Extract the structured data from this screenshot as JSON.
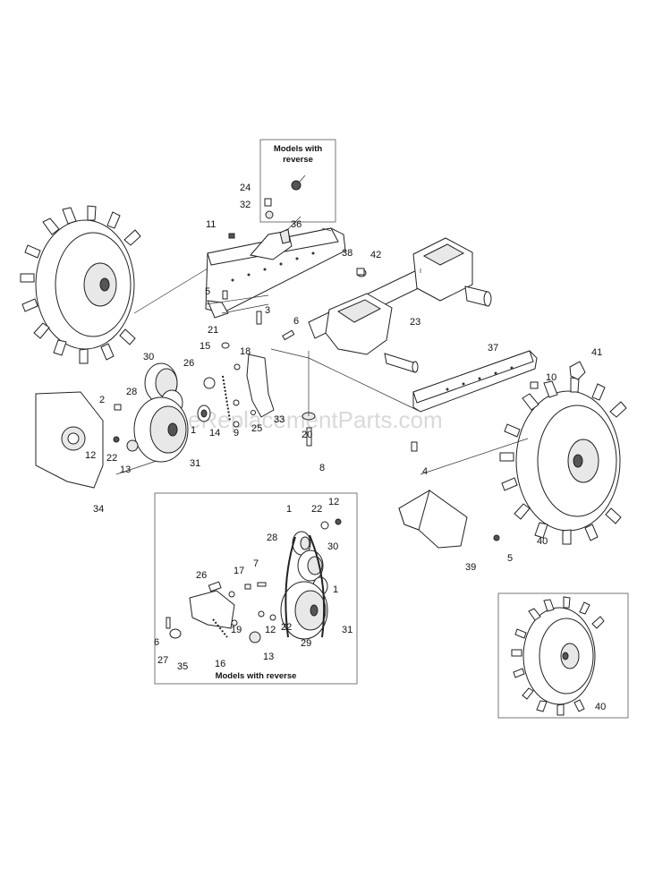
{
  "watermark": "eReplacementParts.com",
  "callout_top": {
    "caption_line1": "Models with",
    "caption_line2": "reverse"
  },
  "inset_reverse": {
    "caption": "Models with reverse"
  },
  "labels": {
    "n24": "24",
    "n32": "32",
    "n36": "36",
    "n11": "11",
    "n38": "38",
    "n42": "42",
    "n5a": "5",
    "n23": "23",
    "n3": "3",
    "n6a": "6",
    "n21": "21",
    "n15": "15",
    "n18": "18",
    "n30a": "30",
    "n26a": "26",
    "n28a": "28",
    "n2": "2",
    "n1a": "1",
    "n14": "14",
    "n9": "9",
    "n25": "25",
    "n33": "33",
    "n20": "20",
    "n12a": "12",
    "n22a": "22",
    "n13a": "13",
    "n31a": "31",
    "n8": "8",
    "n34": "34",
    "n37": "37",
    "n10": "10",
    "n41": "41",
    "n4": "4",
    "n40a": "40",
    "n39": "39",
    "n5b": "5",
    "n1b": "1",
    "n22b": "22",
    "n12b": "12",
    "n28b": "28",
    "n30b": "30",
    "n26b": "26",
    "n17": "17",
    "n7": "7",
    "n1c": "1",
    "n6b": "6",
    "n19": "19",
    "n12c": "12",
    "n22c": "22",
    "n31b": "31",
    "n27": "27",
    "n35": "35",
    "n16": "16",
    "n13b": "13",
    "n29": "29",
    "n40b": "40"
  }
}
